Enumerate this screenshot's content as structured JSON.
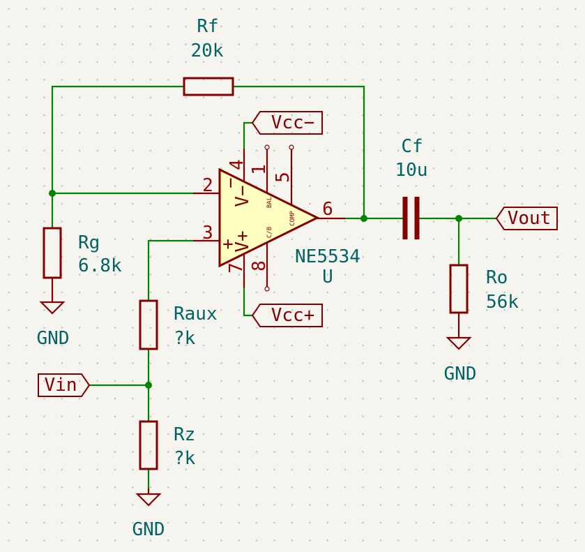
{
  "schematic": {
    "components": {
      "rf": {
        "reference": "Rf",
        "value": "20k"
      },
      "rg": {
        "reference": "Rg",
        "value": "6.8k"
      },
      "raux": {
        "reference": "Raux",
        "value": "?k"
      },
      "rz": {
        "reference": "Rz",
        "value": "?k"
      },
      "ro": {
        "reference": "Ro",
        "value": "56k"
      },
      "cf": {
        "reference": "Cf",
        "value": "10u"
      },
      "u": {
        "reference": "U",
        "value": "NE5534"
      }
    },
    "opamp_pins": {
      "p1": "1",
      "p2": "2",
      "p3": "3",
      "p4": "4",
      "p5": "5",
      "p6": "6",
      "p7": "7",
      "p8": "8"
    },
    "opamp_pin_names": {
      "inverting": "−",
      "non_inverting": "+",
      "v_minus": "V−",
      "v_plus": "V+",
      "bal": "BAL",
      "comp": "COMP",
      "cb": "C/B"
    },
    "power": {
      "gnd_rg": "GND",
      "gnd_rz": "GND",
      "gnd_ro": "GND"
    },
    "global_labels": {
      "vcc_minus": "Vcc−",
      "vcc_plus": "Vcc+",
      "vin": "Vin",
      "vout": "Vout"
    }
  },
  "colors": {
    "background": "#f5f4ef",
    "wire": "#008400",
    "symbol": "#840000",
    "symbol_fill": "#ffffc2",
    "reference_text": "#006464",
    "grid_dot": "#c4c4c4"
  }
}
